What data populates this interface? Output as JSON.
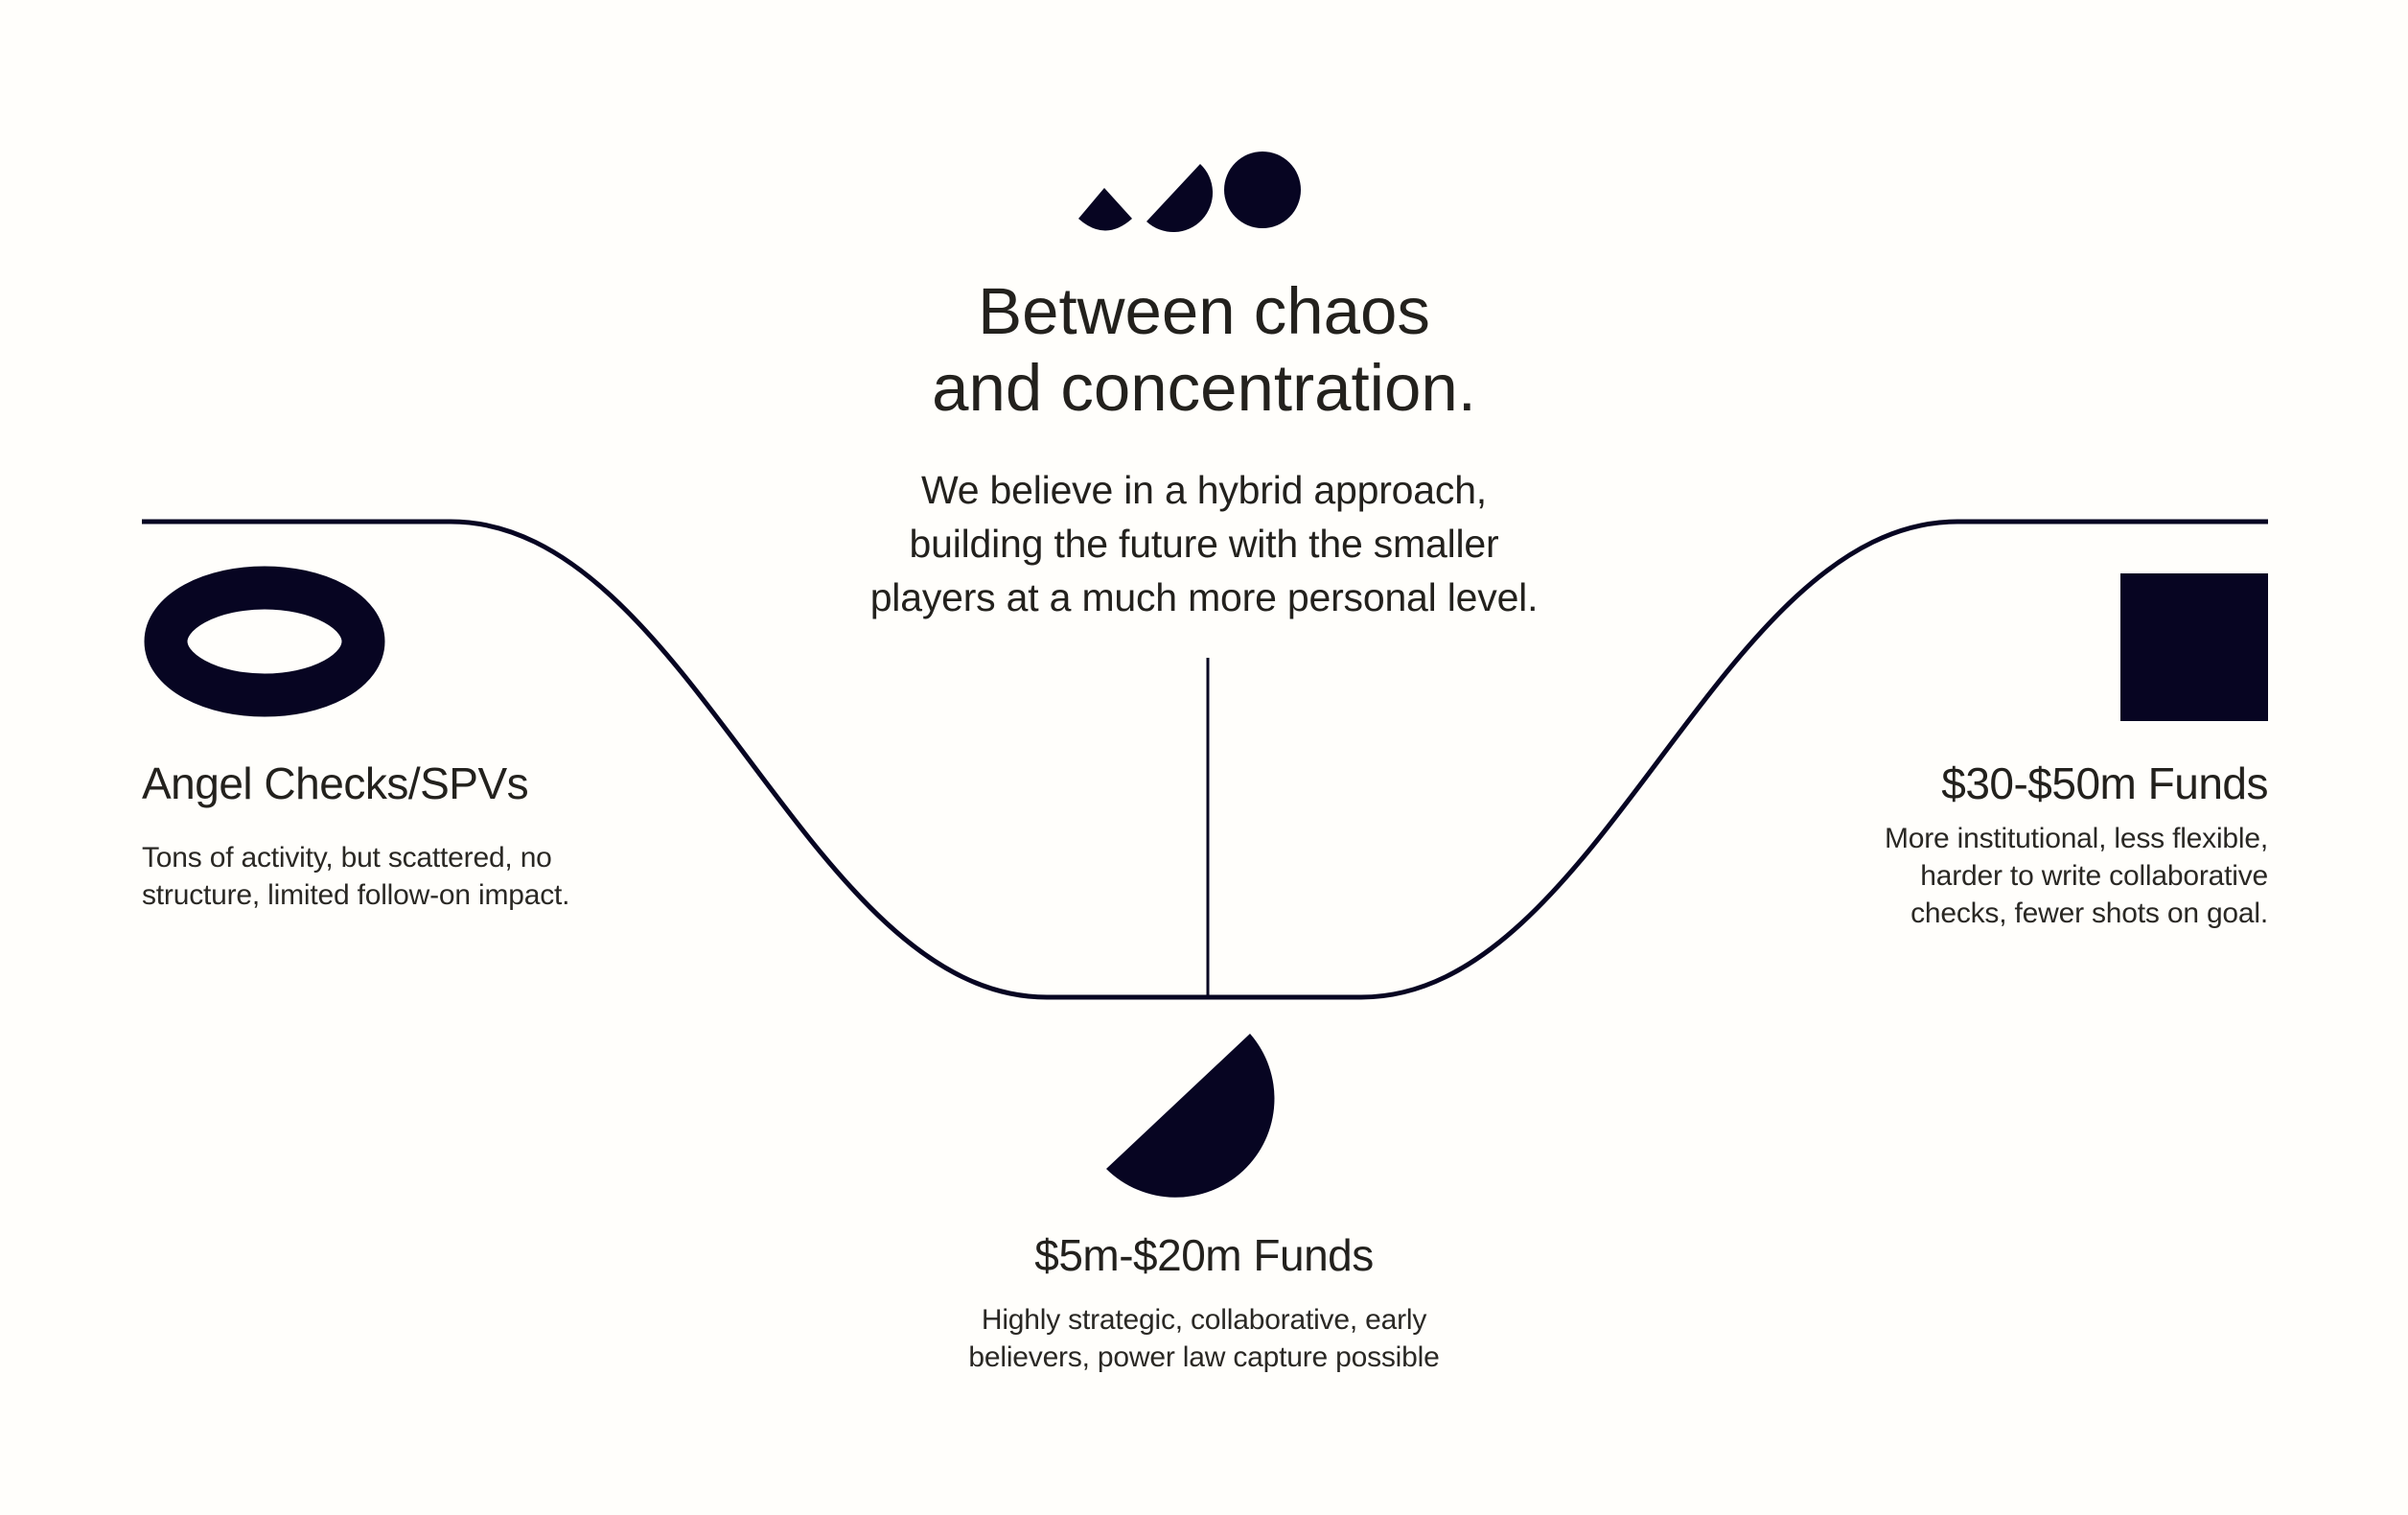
{
  "colors": {
    "navy": "#070522",
    "heading_text": "#23211d",
    "body_text": "#2a2824",
    "background": "#fffefb"
  },
  "logo": {
    "shapes": [
      "wedge",
      "half-circle",
      "circle"
    ]
  },
  "header": {
    "title_lines": [
      "Between chaos",
      "and concentration."
    ],
    "subtitle_lines": [
      "We believe in a hybrid approach,",
      "building the future with the smaller",
      "players at a much more personal level."
    ]
  },
  "sections": {
    "left": {
      "heading": "Angel Checks/SPVs",
      "body_lines": [
        "Tons of activity, but scattered, no",
        "structure, limited follow-on impact."
      ]
    },
    "right": {
      "heading": "$30-$50m Funds",
      "body_lines": [
        "More institutional, less flexible,",
        "harder to write collaborative",
        "checks, fewer shots on goal."
      ]
    },
    "bottom": {
      "heading": "$5m-$20m Funds",
      "body_lines": [
        "Highly strategic, collaborative, early",
        "believers, power law capture possible"
      ]
    }
  }
}
